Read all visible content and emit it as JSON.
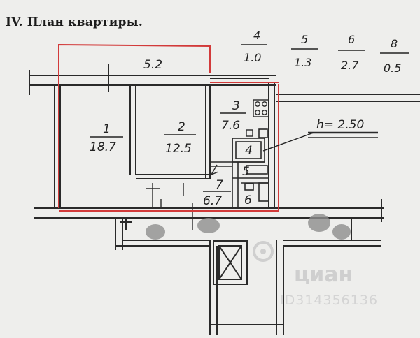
{
  "title": "IV. План квартиры.",
  "areas": [
    {
      "num": "5",
      "area": "1.3"
    },
    {
      "num": "6",
      "area": "2.7"
    },
    {
      "num": "8",
      "area": "0.5"
    }
  ],
  "plan_rooms": [
    {
      "num": "1",
      "area": "18.7"
    },
    {
      "num": "2",
      "area": "12.5"
    },
    {
      "num": "3",
      "area": "7.6"
    },
    {
      "num": "4",
      "area": "1.0"
    }
  ],
  "balcony": {
    "area": "5.2"
  },
  "small_rooms": {
    "r4": "4",
    "r5": "5",
    "r6": "6",
    "r7_num": "7",
    "r7_area": "6.7"
  },
  "ceiling_height": "h= 2.50",
  "watermark": {
    "brand": "циан",
    "id": "ID314356136"
  },
  "colors": {
    "wall": "#2a2a2a",
    "outline": "#d23a3a",
    "paper": "#eeeeec",
    "blur": "#8e8e8e"
  }
}
